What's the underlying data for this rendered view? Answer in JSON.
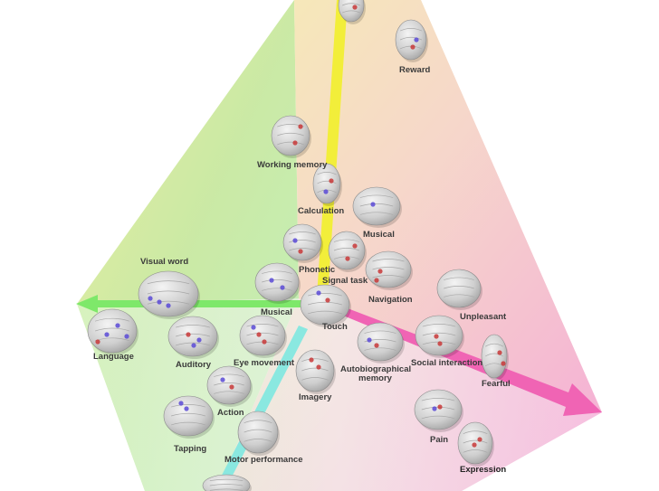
{
  "colors": {
    "yellow_axis": "#f2ee3a",
    "green_axis": "#7ee86a",
    "pink_axis": "#f064b4",
    "cyan_axis": "#8ae8e0",
    "brain_gray": "#cfcfcf",
    "act_red": "#c83838",
    "act_blue": "#5a4ad6"
  },
  "labels": {
    "reward": "Reward",
    "working_memory": "Working memory",
    "calculation": "Calculation",
    "musical_top": "Musical",
    "phonetic": "Phonetic",
    "signal_task": "Signal task",
    "navigation": "Navigation",
    "visual_word": "Visual word",
    "unpleasant": "Unpleasant",
    "language": "Language",
    "musical_mid": "Musical",
    "touch": "Touch",
    "auditory": "Auditory",
    "eye_movement": "Eye movement",
    "autobiographical": "Autobiographical",
    "memory": "memory",
    "social_interaction": "Social interaction",
    "fearful": "Fearful",
    "imagery": "Imagery",
    "action": "Action",
    "pain": "Pain",
    "tapping": "Tapping",
    "motor_performance": "Motor performance",
    "expression": "Expression"
  }
}
